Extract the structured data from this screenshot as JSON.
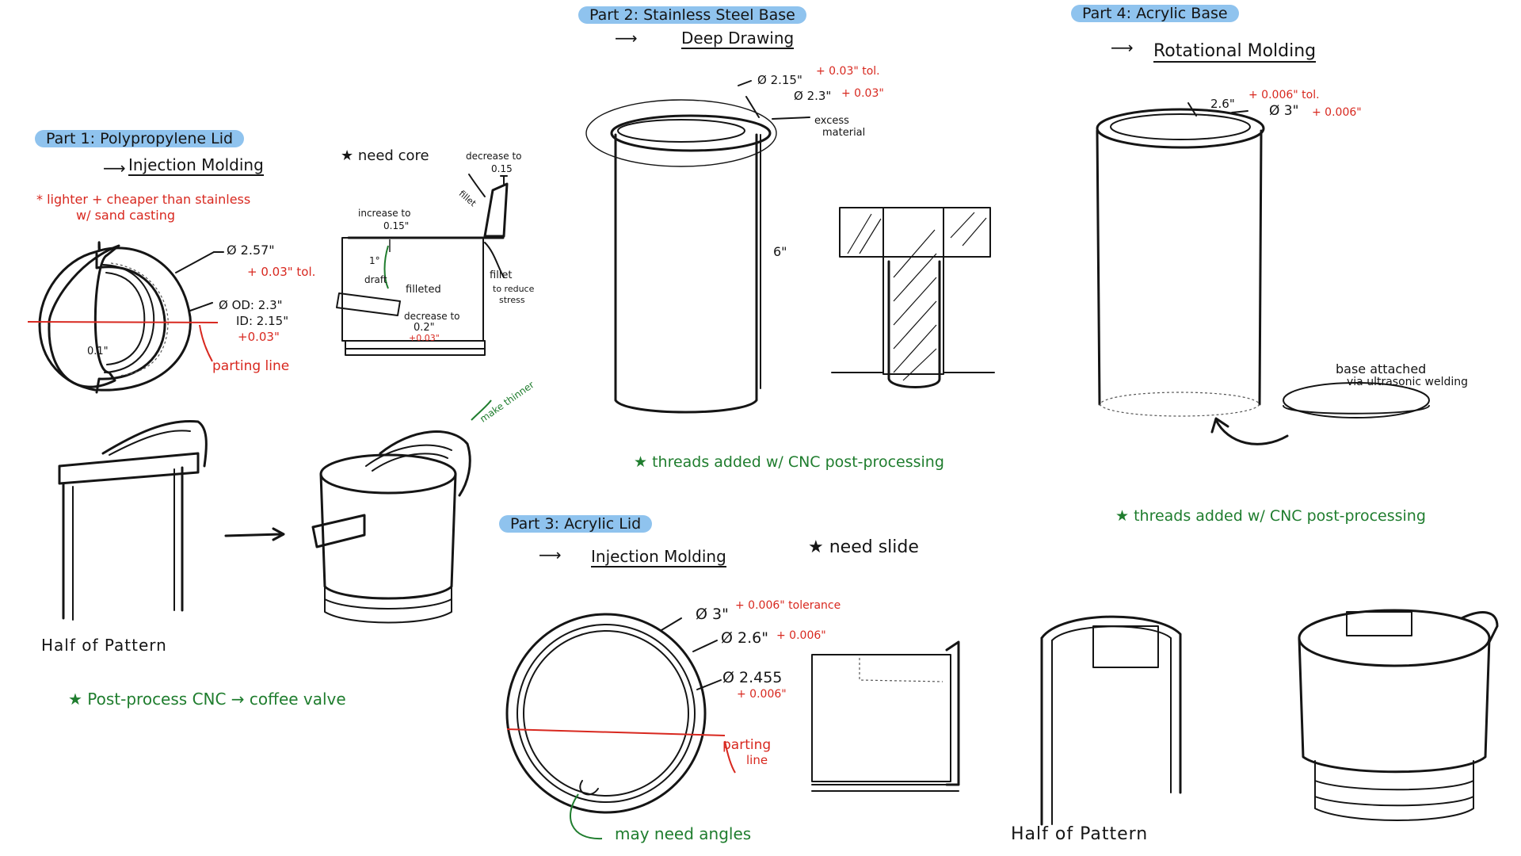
{
  "part1": {
    "title": "Part 1: Polypropylene Lid",
    "process": "Injection Molding",
    "note_line1": "* lighter + cheaper than stainless",
    "note_line2": "w/ sand casting",
    "need_core": "★ need core",
    "dim_outer": "Ø 2.57\"",
    "dim_outer_tol": "+ 0.03\" tol.",
    "dim_od": "Ø OD: 2.3\"",
    "dim_id": "ID: 2.15\"",
    "dim_id_tol": "+0.03\"",
    "dim_01": "0.1\"",
    "parting_line": "parting line",
    "increase": "increase to",
    "increase_val": "0.15\"",
    "draft_deg": "1°",
    "draft": "draft",
    "filleted": "filleted",
    "decrease_to": "decrease to",
    "decrease_val": "0.2\"",
    "decrease_tol": "+0.03\"",
    "decrease_top": "decrease to",
    "decrease_top_val": "0.15",
    "fillet_small": "fillet",
    "fillet_stress1": "fillet",
    "fillet_stress2": "to reduce",
    "fillet_stress3": "stress",
    "make_thinner": "make thinner",
    "half_pattern": "Half of Pattern",
    "post_process": "★ Post-process CNC → coffee valve"
  },
  "part2": {
    "title": "Part 2: Stainless Steel Base",
    "process": "Deep Drawing",
    "dim_a": "Ø 2.15\"",
    "dim_a_tol": "+ 0.03\" tol.",
    "dim_b": "Ø 2.3\"",
    "dim_b_tol": "+ 0.03\"",
    "excess1": "excess",
    "excess2": "material",
    "height": "6\"",
    "threads": "★ threads added w/ CNC post-processing"
  },
  "part3": {
    "title": "Part 3: Acrylic Lid",
    "process": "Injection Molding",
    "need_slide": "★ need slide",
    "dim_3": "Ø 3\"",
    "dim_3_tol": "+ 0.006\" tolerance",
    "dim_26": "Ø 2.6\"",
    "dim_26_tol": "+ 0.006\"",
    "dim_2455": "Ø 2.455",
    "dim_2455_tol": "+ 0.006\"",
    "parting1": "parting",
    "parting2": "line",
    "angles": "may need angles",
    "half_pattern": "Half of Pattern"
  },
  "part4": {
    "title": "Part 4: Acrylic Base",
    "process": "Rotational Molding",
    "dim_26": "2.6\"",
    "dim_26_tol": "+ 0.006\" tol.",
    "dim_3": "Ø 3\"",
    "dim_3_tol": "+ 0.006\"",
    "base1": "base attached",
    "base2": "via ultrasonic welding",
    "threads": "★ threads added w/ CNC post-processing"
  }
}
